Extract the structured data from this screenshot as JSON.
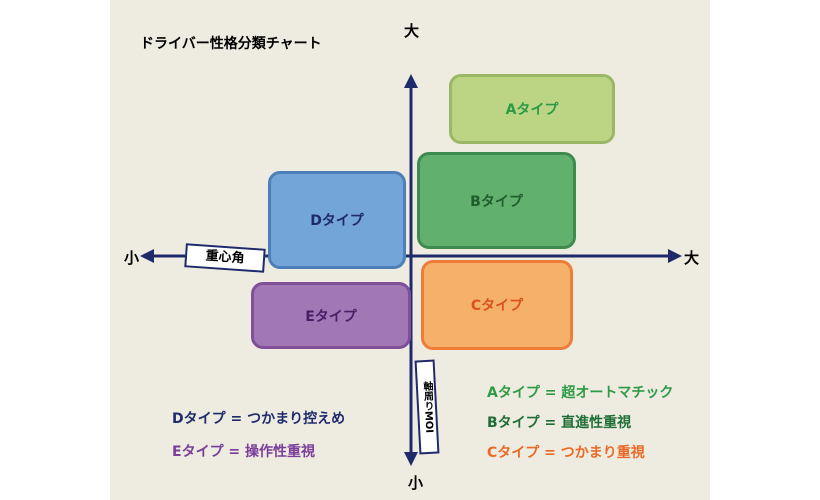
{
  "title": "ドライバー性格分類チャート",
  "axes": {
    "top": "大",
    "bottom": "小",
    "left": "小",
    "right": "大",
    "horizontal_label": "重心角",
    "vertical_label": "軸周りMOI"
  },
  "boxes": {
    "a": "Aタイプ",
    "b": "Bタイプ",
    "c": "Cタイプ",
    "d": "Dタイプ",
    "e": "Eタイプ"
  },
  "legend": {
    "d": "Dタイプ = つかまり控えめ",
    "e": "Eタイプ = 操作性重視",
    "a": "Aタイプ = 超オートマチック",
    "b": "Bタイプ = 直進性重視",
    "c": "Cタイプ = つかまり重視"
  },
  "colors": {
    "axis": "#1f2a6b",
    "a": "#2e9a45",
    "b": "#1e6e35",
    "c": "#ea6a26",
    "d": "#1f2a6b",
    "e": "#7a3d9a"
  }
}
